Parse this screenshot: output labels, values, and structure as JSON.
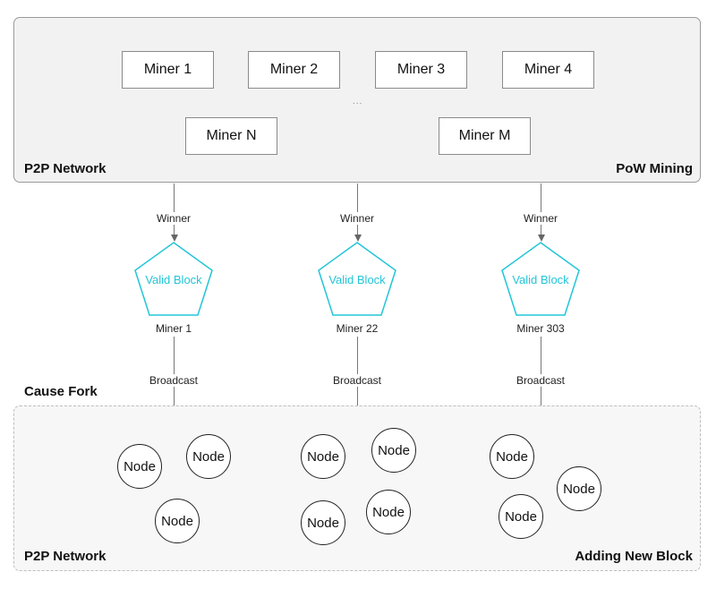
{
  "top_panel": {
    "miners": [
      "Miner 1",
      "Miner 2",
      "Miner 3",
      "Miner 4"
    ],
    "ellipsis": "...",
    "miners_row2": [
      "Miner N",
      "Miner M"
    ],
    "left_label": "P2P Network",
    "right_label": "PoW Mining"
  },
  "columns": [
    {
      "winner_label": "Winner",
      "block_label": "Valid Block",
      "miner_label": "Miner 1",
      "broadcast_label": "Broadcast"
    },
    {
      "winner_label": "Winner",
      "block_label": "Valid Block",
      "miner_label": "Miner 22",
      "broadcast_label": "Broadcast"
    },
    {
      "winner_label": "Winner",
      "block_label": "Valid Block",
      "miner_label": "Miner 303",
      "broadcast_label": "Broadcast"
    }
  ],
  "cause_fork_label": "Cause Fork",
  "bottom_panel": {
    "node_label": "Node",
    "left_label": "P2P Network",
    "right_label": "Adding New Block"
  },
  "colors": {
    "block_outline": "#22c5d8",
    "arrow": "#666666"
  }
}
